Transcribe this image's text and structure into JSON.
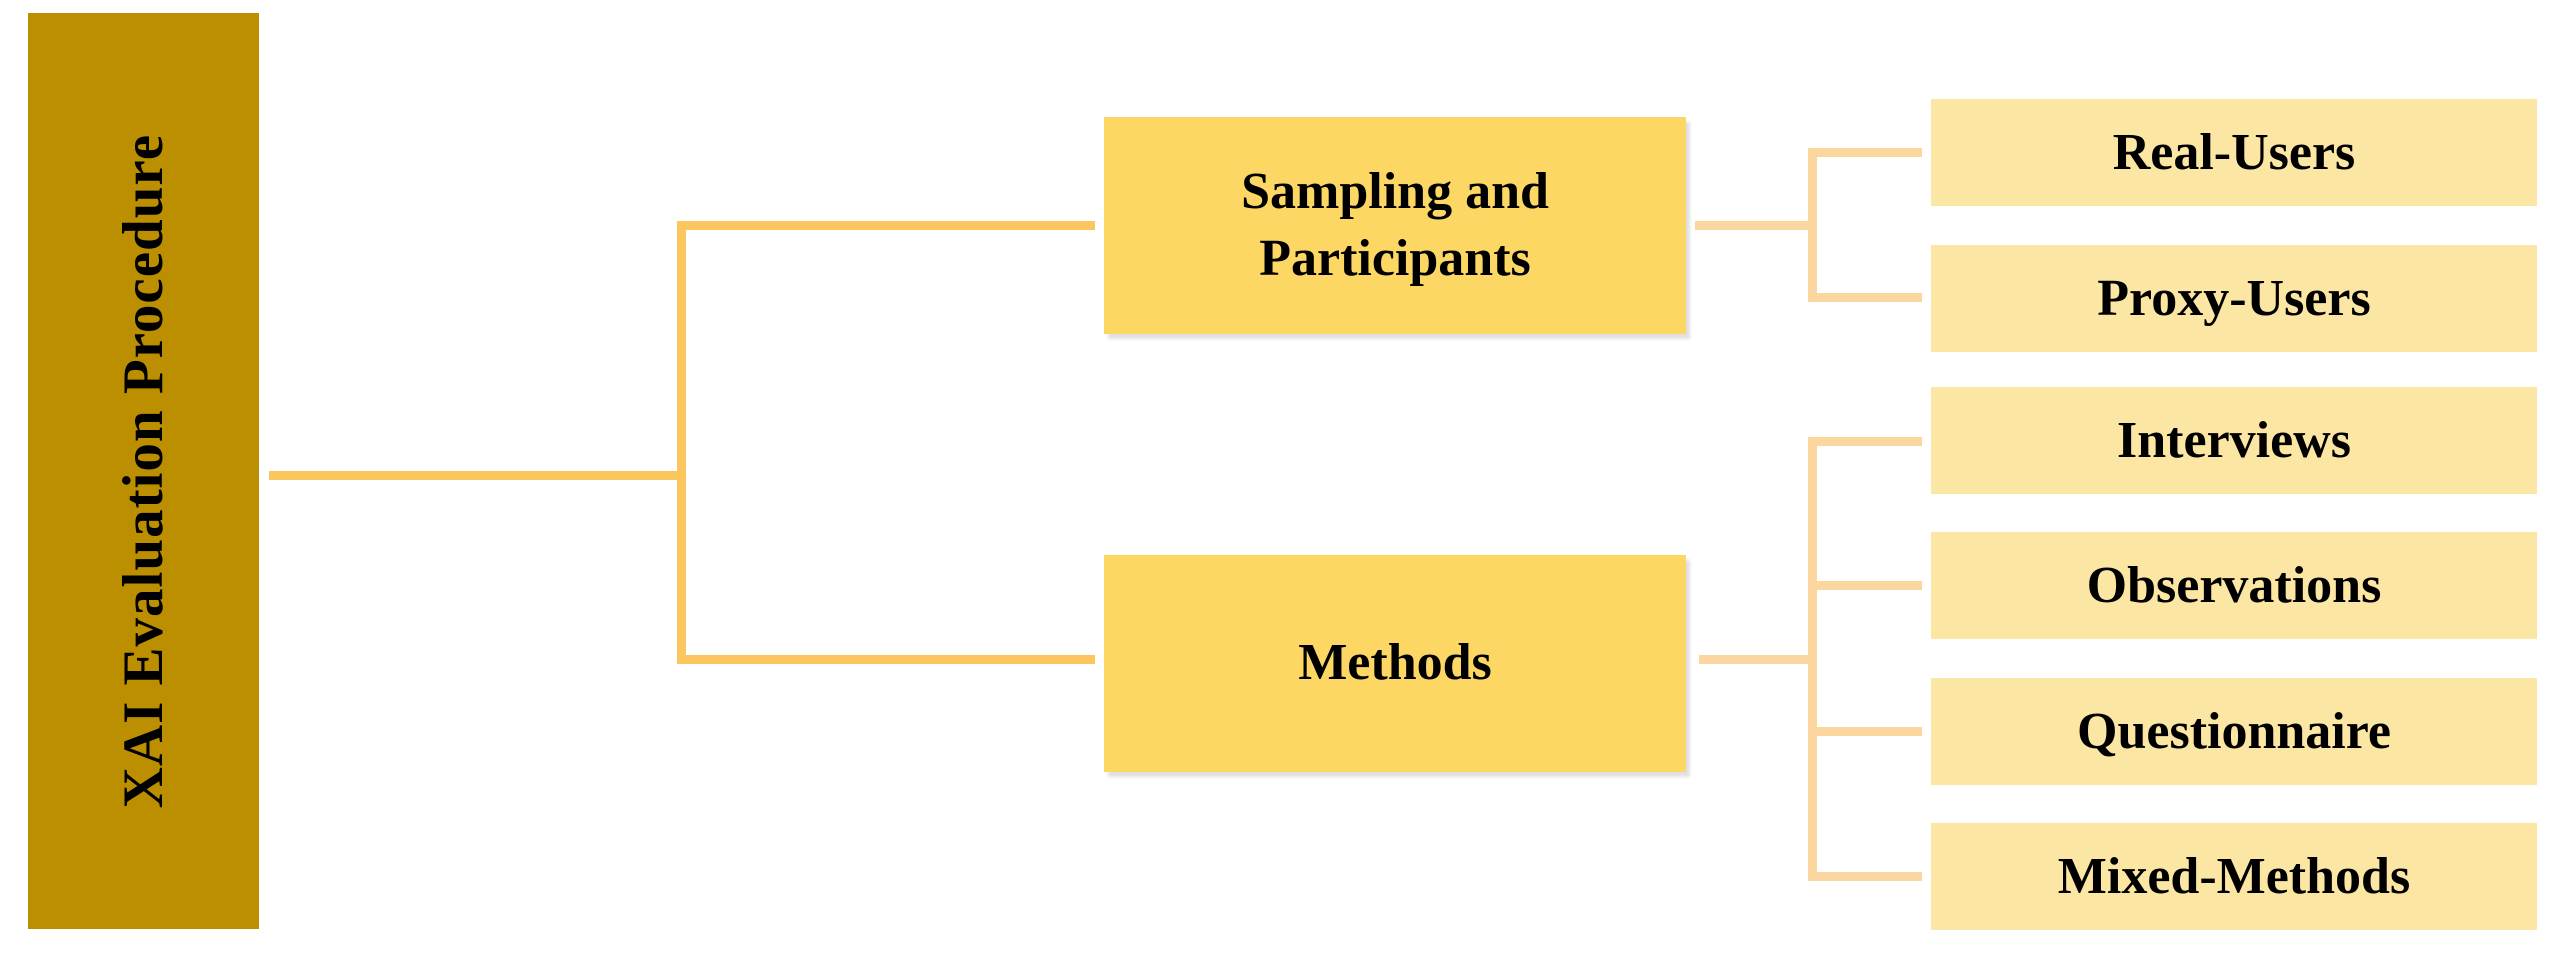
{
  "colors": {
    "root-fill": "#BC8F00",
    "mid-fill": "#FDD763",
    "leaf-fill": "#FCE6A3",
    "line-l1": "#FCC65F",
    "line-l2": "#FBD69E",
    "text": "#000000"
  },
  "diagram": {
    "root": {
      "label": "XAI Evaluation Procedure"
    },
    "branches": [
      {
        "label": "Sampling and Participants",
        "children": [
          "Real-Users",
          "Proxy-Users"
        ]
      },
      {
        "label": "Methods",
        "children": [
          "Interviews",
          "Observations",
          "Questionnaire",
          "Mixed-Methods"
        ]
      }
    ]
  }
}
